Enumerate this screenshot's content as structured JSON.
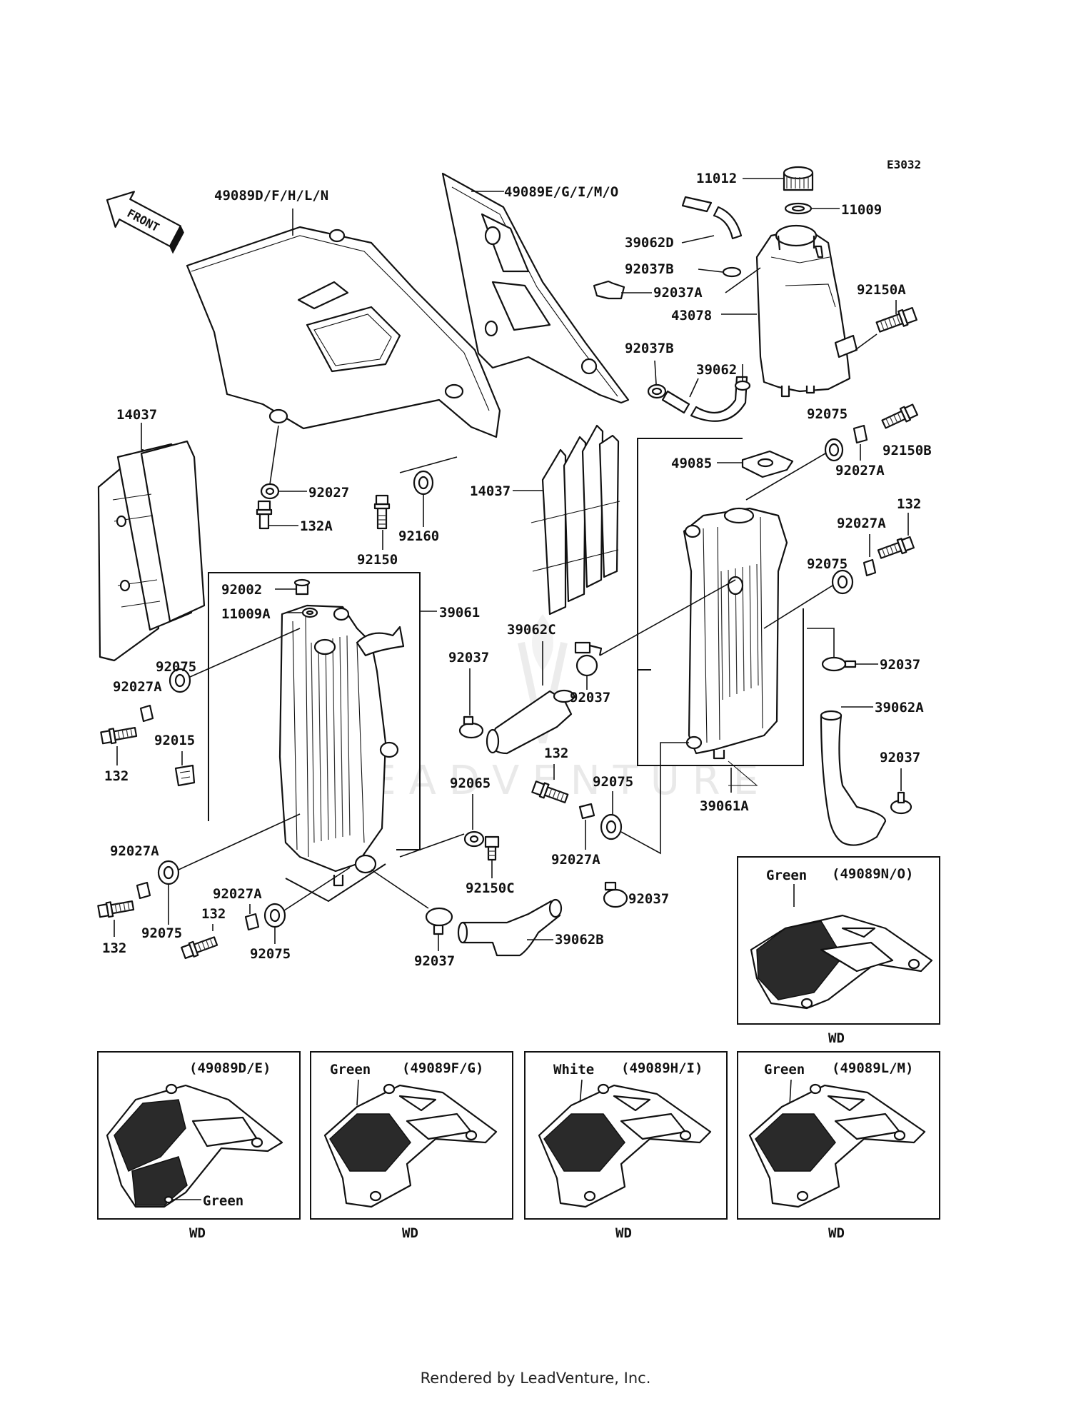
{
  "diagram_code": "E3032",
  "direction_label": "FRONT",
  "watermark": "LEADVENTURE",
  "footer": "Rendered by LeadVenture, Inc.",
  "parts": {
    "p49089dfhln": "49089D/F/H/L/N",
    "p49089egimo": "49089E/G/I/M/O",
    "p11012": "11012",
    "p11009": "11009",
    "p39062d": "39062D",
    "p92037b_top": "92037B",
    "p92037a": "92037A",
    "p43078": "43078",
    "p92150a": "92150A",
    "p92037b_mid": "92037B",
    "p39062": "39062",
    "p14037_left": "14037",
    "p92075_r1": "92075",
    "p92150b": "92150B",
    "p92027a_r1": "92027A",
    "p49085": "49085",
    "p14037_mid": "14037",
    "p92027": "92027",
    "p132a": "132A",
    "p92160": "92160",
    "p92150": "92150",
    "p132_r": "132",
    "p92027a_r2": "92027A",
    "p92075_r2": "92075",
    "p92002": "92002",
    "p11009a": "11009A",
    "p39061": "39061",
    "p39062c": "39062C",
    "p92037_mid1": "92037",
    "p92037_mid2": "92037",
    "p92037_r": "92037",
    "p92075_l": "92075",
    "p92027a_l": "92027A",
    "p92015": "92015",
    "p132_l": "132",
    "p39062a": "39062A",
    "p132_m": "132",
    "p92075_m": "92075",
    "p92065": "92065",
    "p92037_r2": "92037",
    "p39061a": "39061A",
    "p92027a_m": "92027A",
    "p92150c": "92150C",
    "p92027a_bl": "92027A",
    "p92027a_bm": "92027A",
    "p132_bm": "132",
    "p92075_bl": "92075",
    "p92075_bm": "92075",
    "p132_bl": "132",
    "p92037_bm": "92037",
    "p92037_bm2": "92037",
    "p39062b": "39062B"
  },
  "variants": [
    {
      "code": "(49089N/O)",
      "note": "Green",
      "caption": "WD"
    },
    {
      "code": "(49089D/E)",
      "note": "Green",
      "caption": "WD"
    },
    {
      "code": "(49089F/G)",
      "note": "Green",
      "caption": "WD"
    },
    {
      "code": "(49089H/I)",
      "note": "White",
      "caption": "WD"
    },
    {
      "code": "(49089L/M)",
      "note": "Green",
      "caption": "WD"
    }
  ]
}
